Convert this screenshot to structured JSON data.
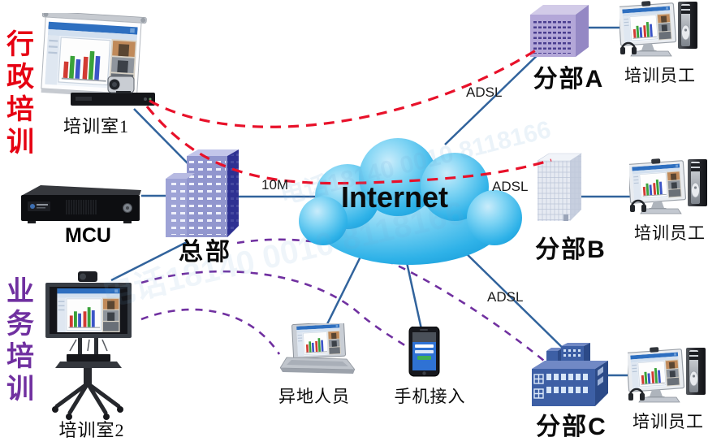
{
  "diagram": {
    "side_labels": {
      "admin": "行政培训",
      "business": "业务培训"
    },
    "nodes": {
      "room1": "培训室1",
      "room2": "培训室2",
      "mcu": "MCU",
      "hq": "总部",
      "internet": "Internet",
      "branch_prefix": "分部",
      "branch_a": "A",
      "branch_b": "B",
      "branch_c": "C",
      "staff": "培训员工",
      "remote_user": "异地人员",
      "mobile_access": "手机接入"
    },
    "links": {
      "hq_bandwidth": "10M",
      "adsl": "ADSL"
    },
    "watermark": "电话18140 0010 8118166",
    "colors": {
      "red_dashed": "#e8112a",
      "blue_solid": "#31639c",
      "purple_dashed": "#7030a0",
      "cloud": "#29abe2",
      "admin_text": "#e60012",
      "business_text": "#7030a0"
    }
  }
}
